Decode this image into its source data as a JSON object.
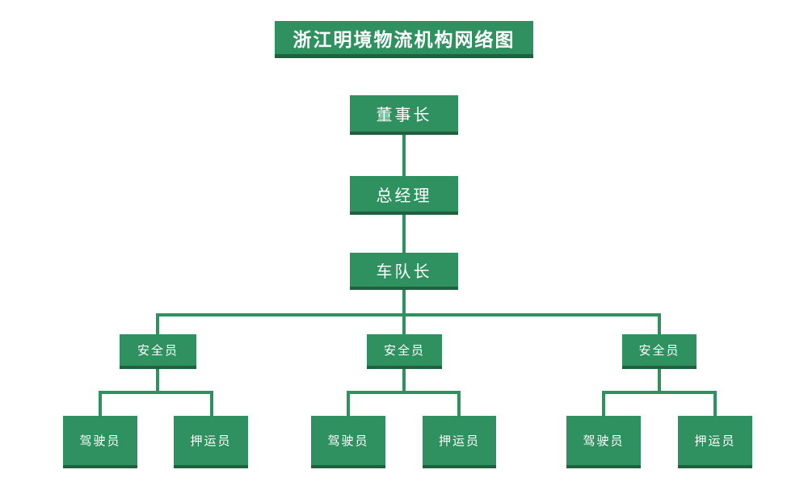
{
  "org": {
    "title": "浙江明境物流机构网络图",
    "chain": [
      "董事长",
      "总经理",
      "车队长"
    ],
    "groups": [
      {
        "leader": "安全员",
        "members": [
          "驾驶员",
          "押运员"
        ]
      },
      {
        "leader": "安全员",
        "members": [
          "驾驶员",
          "押运员"
        ]
      },
      {
        "leader": "安全员",
        "members": [
          "驾驶员",
          "押运员"
        ]
      }
    ]
  },
  "colors": {
    "box_green": "#2F915F",
    "box_bottom_shadow": "#20603F",
    "connector_line": "#2F915F",
    "text": "#FFFFFF",
    "background": "#FFFFFF"
  }
}
